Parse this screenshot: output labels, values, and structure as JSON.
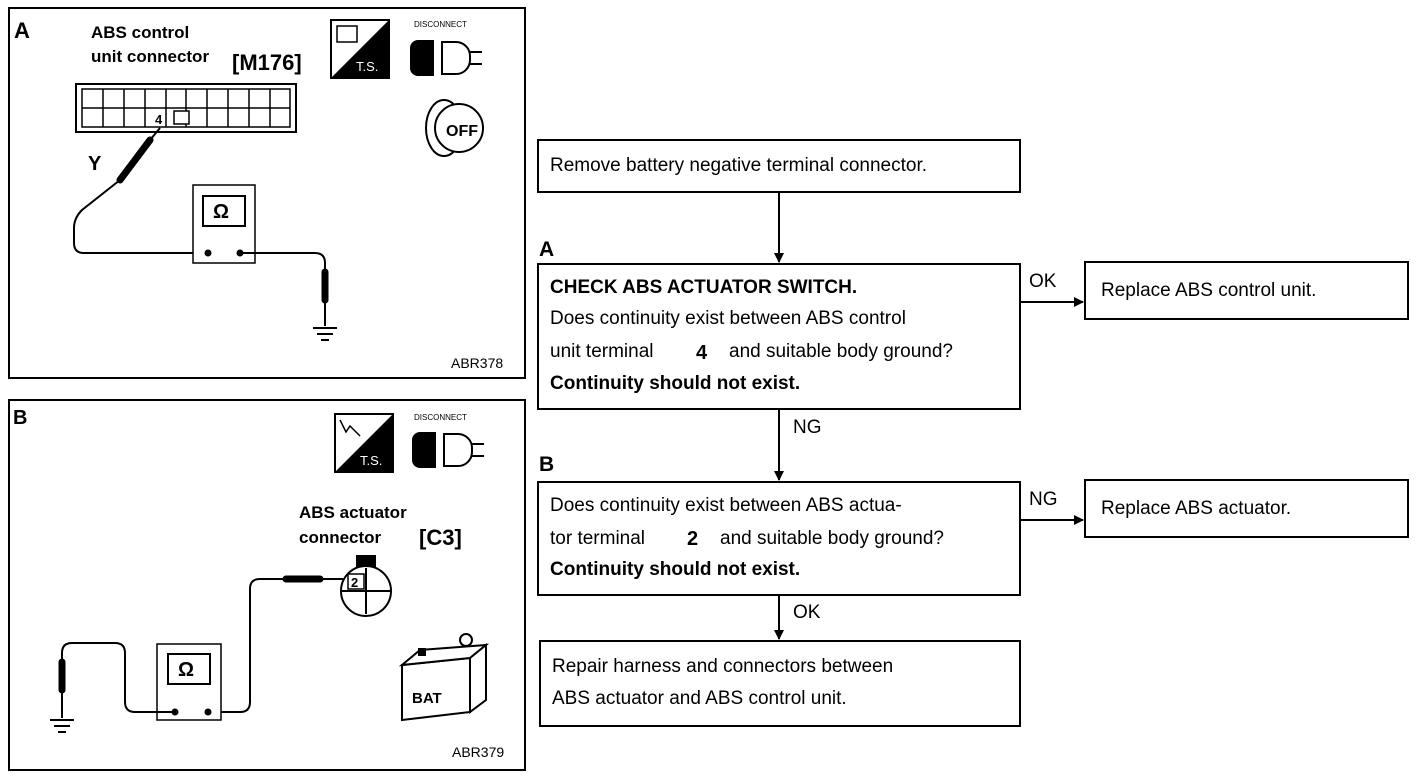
{
  "panel_a": {
    "letter": "A",
    "title_line1": "ABS control",
    "title_line2": "unit connector",
    "connector_id": "[M176]",
    "terminal": "4",
    "wire_color": "Y",
    "meter_symbol": "Ω",
    "disconnect_label": "DISCONNECT",
    "ts_label": "T.S.",
    "key_label": "OFF",
    "figure_code": "ABR378"
  },
  "panel_b": {
    "letter": "B",
    "title_line1": "ABS actuator",
    "title_line2": "connector",
    "connector_id": "[C3]",
    "terminal": "2",
    "meter_symbol": "Ω",
    "disconnect_label": "DISCONNECT",
    "ts_label": "T.S.",
    "battery_label": "BAT",
    "figure_code": "ABR379"
  },
  "flow": {
    "step0": "Remove battery negative terminal connector.",
    "label_a": "A",
    "step_a_title": "CHECK ABS ACTUATOR SWITCH.",
    "step_a_q1": "Does continuity exist between ABS control",
    "step_a_q2_pre": "unit terminal",
    "step_a_terminal": "4",
    "step_a_q2_post": "and suitable body ground?",
    "step_a_note": "Continuity should not exist.",
    "a_ok": "OK",
    "a_ok_result": "Replace ABS control unit.",
    "a_ng": "NG",
    "label_b": "B",
    "step_b_q1": "Does continuity exist between ABS actua-",
    "step_b_q2_pre": "tor terminal",
    "step_b_terminal": "2",
    "step_b_q2_post": "and suitable body ground?",
    "step_b_note": "Continuity should not exist.",
    "b_ng": "NG",
    "b_ng_result": "Replace ABS actuator.",
    "b_ok": "OK",
    "repair_line1": "Repair harness and connectors between",
    "repair_line2": "ABS actuator and ABS control unit."
  }
}
